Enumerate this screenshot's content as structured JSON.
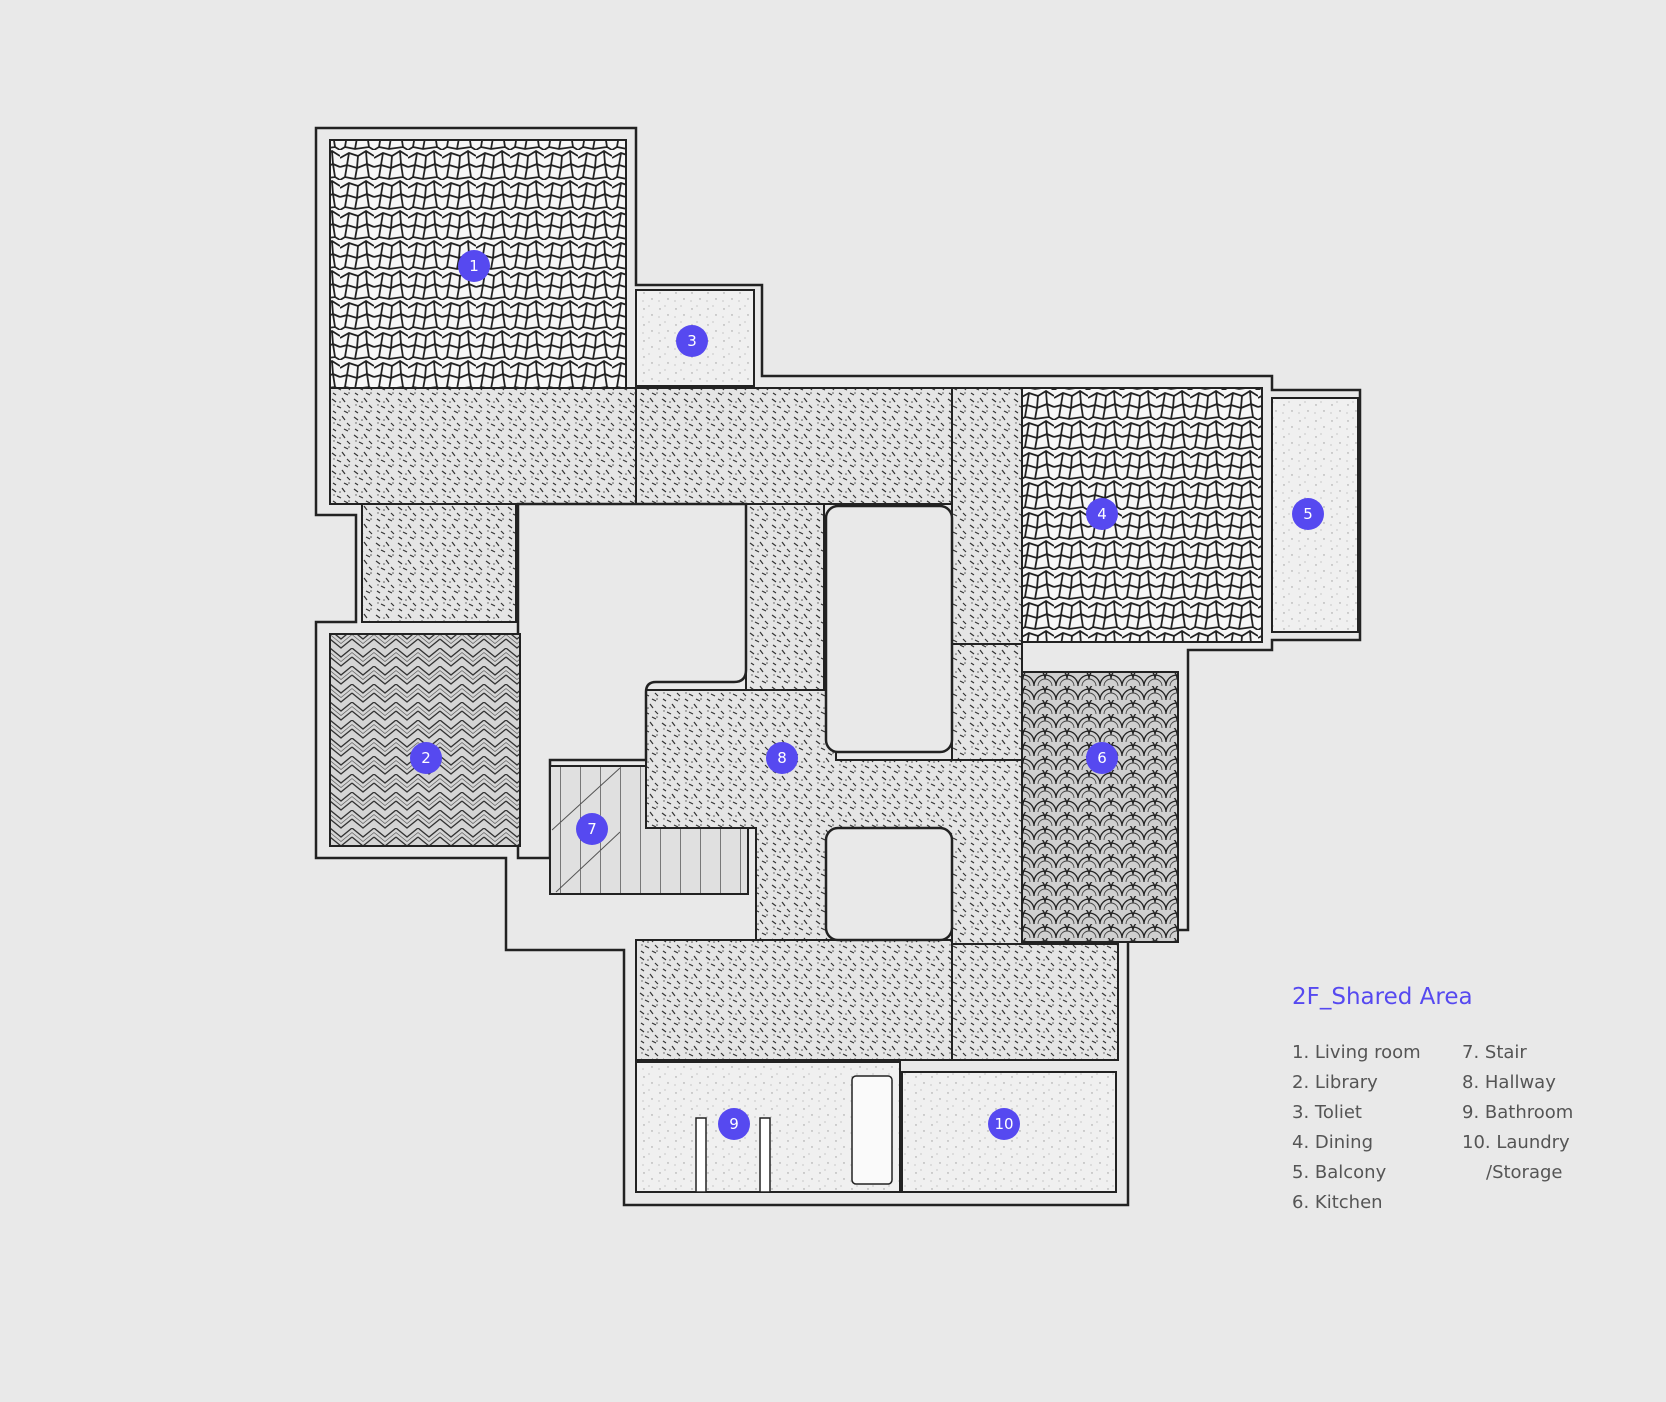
{
  "title": "2F_Shared Area",
  "rooms": [
    {
      "number": "1",
      "name": "Living room",
      "pattern": "stone"
    },
    {
      "number": "2",
      "name": "Library",
      "pattern": "herringbone"
    },
    {
      "number": "3",
      "name": "Toliet",
      "pattern": "light"
    },
    {
      "number": "4",
      "name": "Dining",
      "pattern": "stone"
    },
    {
      "number": "5",
      "name": "Balcony",
      "pattern": "light"
    },
    {
      "number": "6",
      "name": "Kitchen",
      "pattern": "fishscale"
    },
    {
      "number": "7",
      "name": "Stair",
      "pattern": "stair"
    },
    {
      "number": "8",
      "name": "Hallway",
      "pattern": "terrazzo"
    },
    {
      "number": "9",
      "name": "Bathroom",
      "pattern": "light"
    },
    {
      "number": "10",
      "name": "Laundry",
      "pattern": "light"
    }
  ],
  "legend": {
    "left": [
      "1. Living room",
      "2. Library",
      "3. Toliet",
      "4. Dining",
      "5. Balcony",
      "6. Kitchen"
    ],
    "right": [
      "7. Stair",
      "8. Hallway",
      "9. Bathroom",
      "10. Laundry",
      "/Storage"
    ]
  },
  "colors": {
    "accent": "#5649f0",
    "background": "#e9e9e9",
    "line": "#222222",
    "text": "#555555"
  }
}
